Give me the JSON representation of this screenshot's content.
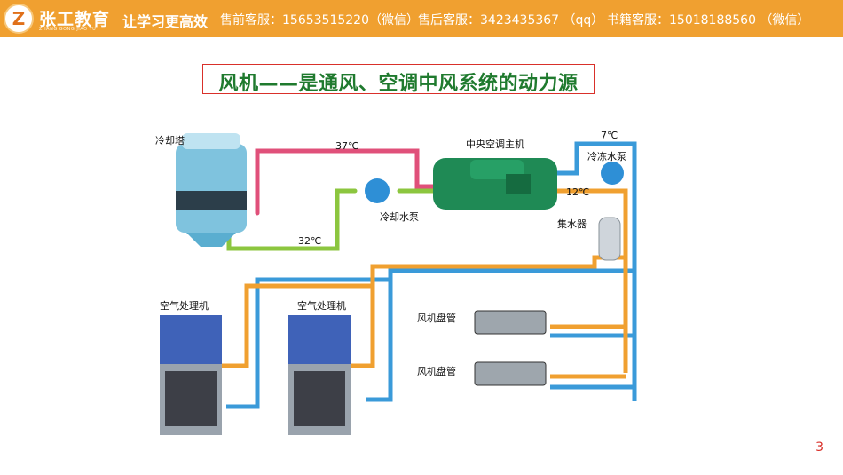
{
  "header": {
    "brand": "张工教育",
    "brand_sub": "ZHANG GONG JIAO YU",
    "slogan": "让学习更高效",
    "presale": "售前客服：15653515220（微信）",
    "aftersale": "售后客服：3423435367 （qq）",
    "books": "书籍客服：15018188560 （微信）",
    "accent_color": "#f0a030"
  },
  "slide": {
    "title": "风机——是通风、空调中风系统的动力源",
    "page_number": "3"
  },
  "diagram": {
    "labels": {
      "cooling_tower": "冷却塔",
      "chiller": "中央空调主机",
      "cooling_pump": "冷却水泵",
      "chilled_pump": "冷冻水泵",
      "water_collector": "集水器",
      "ahu1": "空气处理机",
      "ahu2": "空气处理机",
      "fcu1": "风机盘管",
      "fcu2": "风机盘管"
    },
    "temps": {
      "t37": "37℃",
      "t32": "32℃",
      "t7": "7℃",
      "t12": "12℃"
    },
    "colors": {
      "hot_pipe": "#e0507a",
      "warm_pipe": "#8cc63f",
      "chilled_supply": "#3a9ad9",
      "chilled_return": "#f0a030",
      "machine_green": "#1f8a55",
      "ahu_blue": "#3f62b8"
    }
  }
}
